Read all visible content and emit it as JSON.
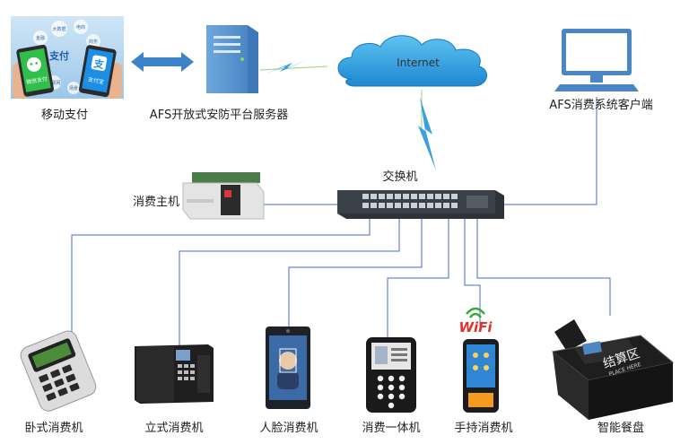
{
  "labels": {
    "mobile_pay": "移动支付",
    "server": "AFS开放式安防平台服务器",
    "internet": "Internet",
    "client": "AFS消费系统客户端",
    "switch": "交换机",
    "host": "消费主机",
    "t1": "卧式消费机",
    "t2": "立式消费机",
    "t3": "人脸消费机",
    "t4": "消费一体机",
    "t5": "手持消费机",
    "t6": "智能餐盘"
  },
  "phone_text": {
    "wechat": "微信支付",
    "pay": "支付",
    "alipay_glyph": "支",
    "alipay": "支付宝",
    "tags": [
      "大数据",
      "电商",
      "金融",
      "商务",
      "互联网",
      "用户",
      "推广",
      "场景"
    ]
  },
  "wifi_text": "WiFi",
  "tray_text": {
    "cn": "结算区",
    "en": "PLACE HERE"
  },
  "colors": {
    "line_blue": "#3f6fc4",
    "line_green": "#9cd07a",
    "cloud": "#3aa0e0",
    "bolt": "#3aa0e0",
    "server": "#5b9bd5",
    "arrow": "#3b82c8"
  }
}
